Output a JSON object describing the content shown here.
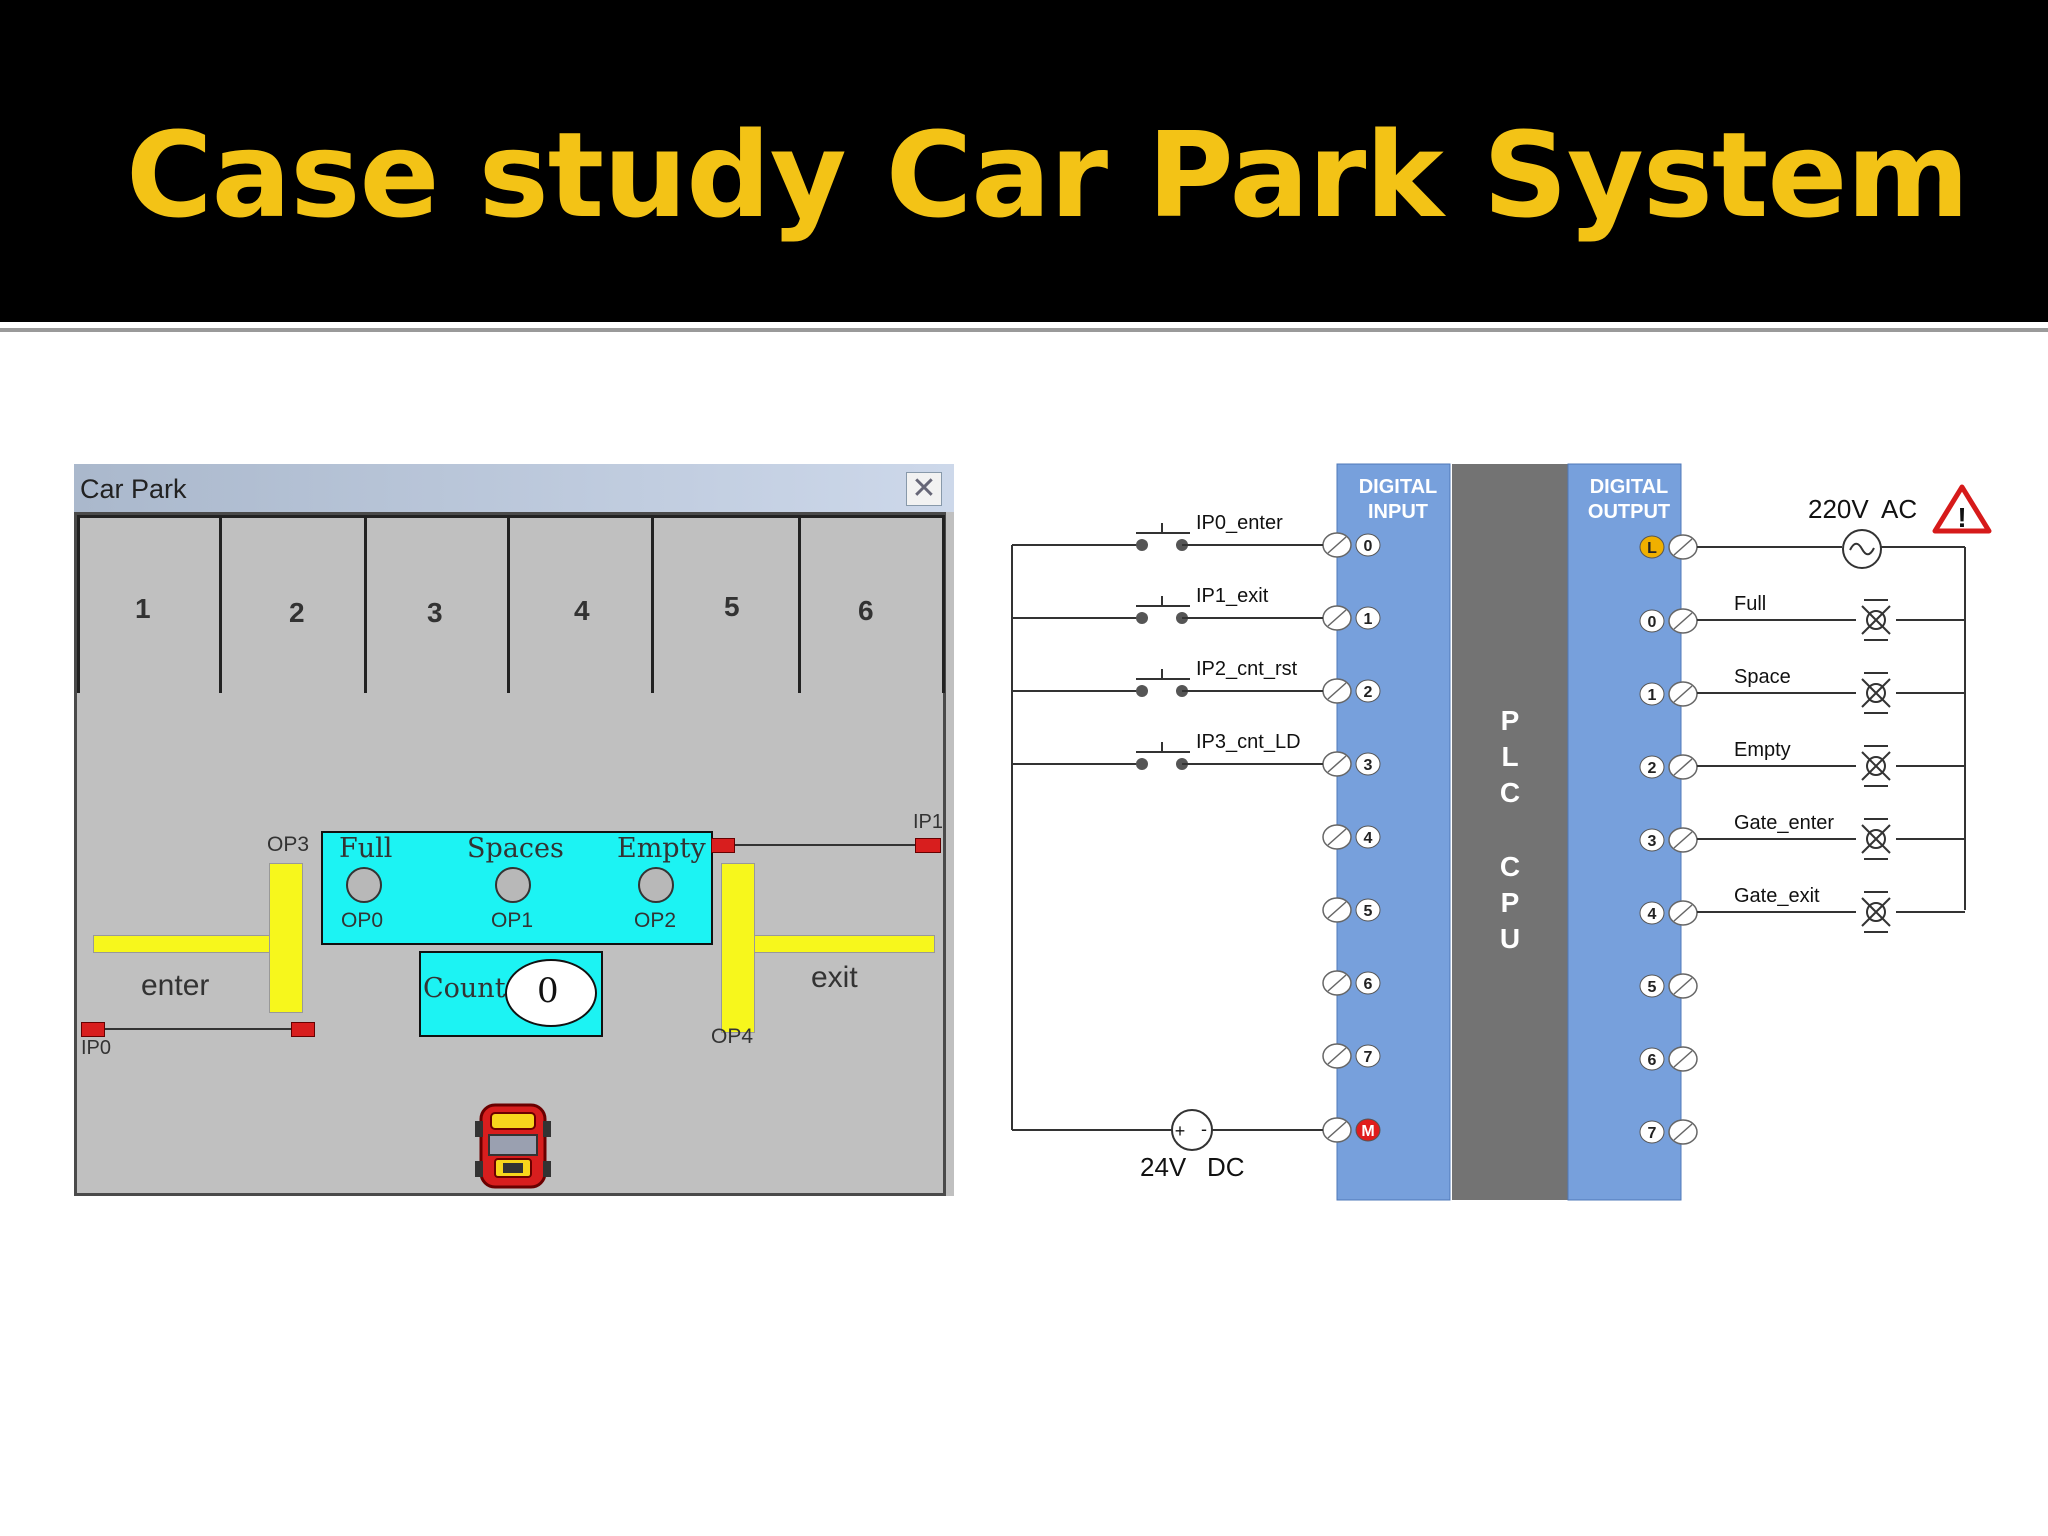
{
  "slide": {
    "title": "Case study Car Park System"
  },
  "car_park_window": {
    "title": "Car Park",
    "close_glyph": "✕",
    "bays": [
      "1",
      "2",
      "3",
      "4",
      "5",
      "6"
    ],
    "indicators": [
      {
        "label": "Full",
        "output": "OP0"
      },
      {
        "label": "Spaces",
        "output": "OP1"
      },
      {
        "label": "Empty",
        "output": "OP2"
      }
    ],
    "count_label": "Count",
    "count_value": "0",
    "enter_label": "enter",
    "exit_label": "exit",
    "gate_enter_output": "OP3",
    "gate_exit_output": "OP4",
    "enter_sensor": "IP0",
    "exit_sensor": "IP1"
  },
  "plc": {
    "input_header": [
      "DIGITAL",
      "INPUT"
    ],
    "output_header": [
      "DIGITAL",
      "OUTPUT"
    ],
    "cpu_letters": [
      "P",
      "L",
      "C",
      "",
      "C",
      "P",
      "U"
    ],
    "input_terminals": [
      "0",
      "1",
      "2",
      "3",
      "4",
      "5",
      "6",
      "7"
    ],
    "input_common": "M",
    "output_terminals": [
      "0",
      "1",
      "2",
      "3",
      "4",
      "5",
      "6",
      "7"
    ],
    "output_common": "L",
    "input_switches": [
      "IP0_enter",
      "IP1_exit",
      "IP2_cnt_rst",
      "IP3_cnt_LD"
    ],
    "output_loads": [
      "Full",
      "Space",
      "Empty",
      "Gate_enter",
      "Gate_exit"
    ],
    "dc_supply": [
      "24V",
      "DC"
    ],
    "ac_supply": [
      "220V",
      "AC"
    ],
    "warning_glyph": "!",
    "dc_plus": "+",
    "dc_minus": "-"
  },
  "colors": {
    "title": "#f3c316",
    "plc_module": "#77a0dc",
    "cpu": "#737373",
    "indicator_panel": "#1cf3f3",
    "gate": "#f7f71c",
    "sensor": "#d81e1e",
    "warning": "#d61a1a",
    "common_l": "#f0b000"
  }
}
